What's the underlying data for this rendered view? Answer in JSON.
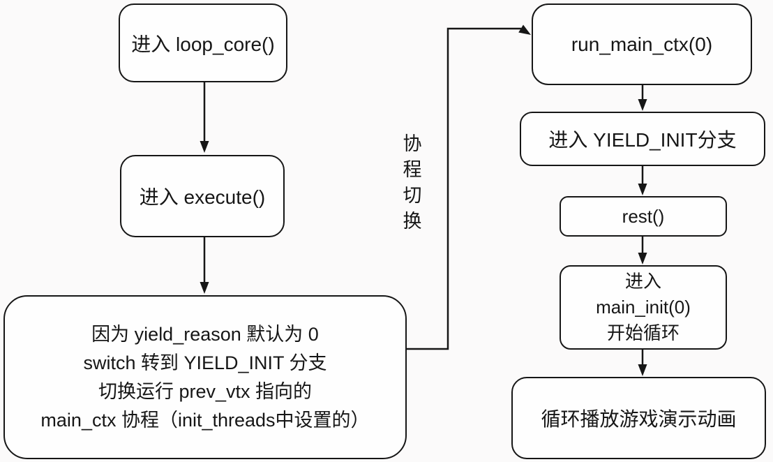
{
  "diagram": {
    "colors": {
      "background": "#fbfafa",
      "node_fill": "#fefefe",
      "stroke": "#161616"
    },
    "nodes": {
      "loop_core": {
        "label": "进入 loop_core()"
      },
      "execute": {
        "label": "进入 execute()"
      },
      "yield_reason": {
        "label": "因为 yield_reason 默认为 0\nswitch 转到 YIELD_INIT 分支\n切换运行 prev_vtx 指向的\nmain_ctx 协程（init_threads中设置的）"
      },
      "coroutine_switch": {
        "label": "协程切换"
      },
      "run_main_ctx": {
        "label": "run_main_ctx(0)"
      },
      "yield_init_branch": {
        "label": "进入 YIELD_INIT分支"
      },
      "rest": {
        "label": "rest()"
      },
      "main_init": {
        "label": "进入\nmain_init(0)\n开始循环"
      },
      "loop_animation": {
        "label": "循环播放游戏演示动画"
      }
    }
  }
}
